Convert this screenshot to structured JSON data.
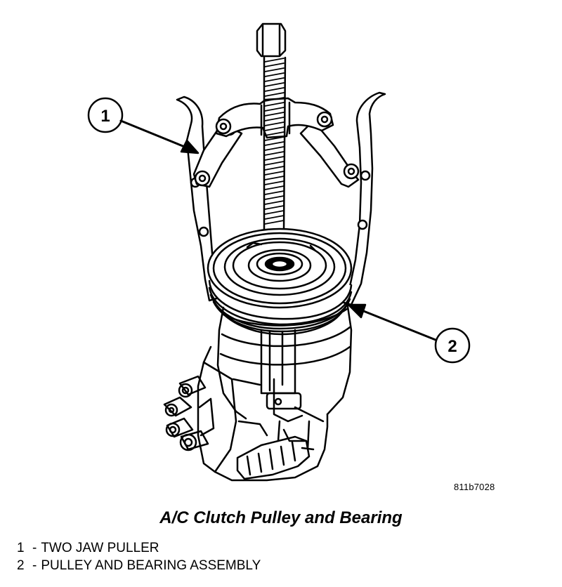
{
  "figure": {
    "code": "811b7028",
    "title": "A/C Clutch Pulley and Bearing"
  },
  "callouts": [
    {
      "number": "1",
      "label": "TWO JAW PULLER"
    },
    {
      "number": "2",
      "label": "PULLEY AND BEARING ASSEMBLY"
    }
  ],
  "separator": "-"
}
